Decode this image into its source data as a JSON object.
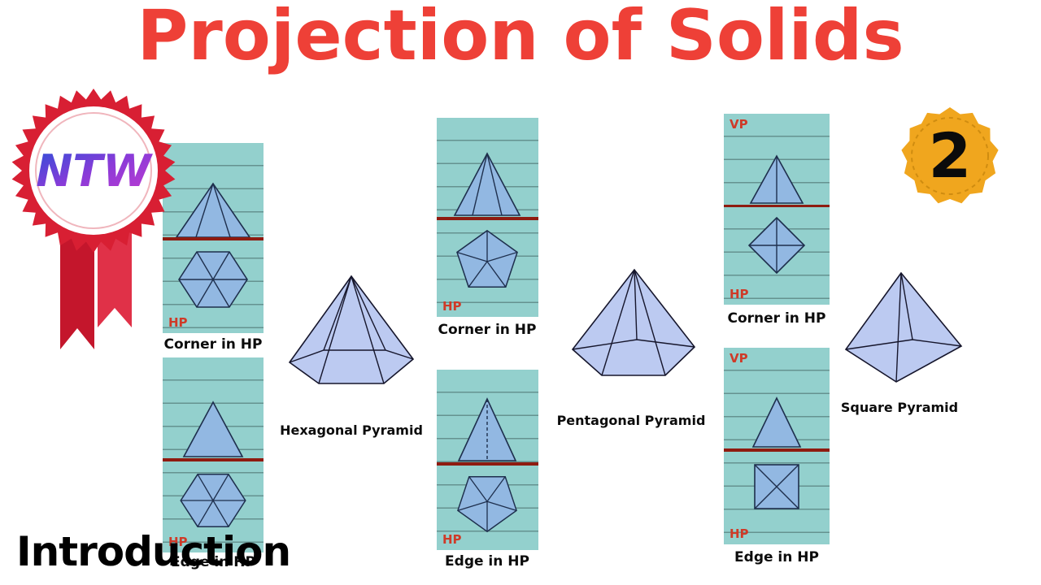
{
  "title": "Projection of Solids",
  "intro_label": "Introduction",
  "badge": {
    "number": "2"
  },
  "logo": {
    "text": "NTW"
  },
  "panels": [
    {
      "hp": "HP",
      "caption": "Corner in HP"
    },
    {
      "hp": "HP",
      "caption": "Edge in HP"
    },
    {
      "hp": "HP",
      "caption": "Corner in HP"
    },
    {
      "hp": "HP",
      "caption": "Edge in HP"
    },
    {
      "vp": "VP",
      "hp": "HP",
      "caption": "Corner in HP"
    },
    {
      "vp": "VP",
      "hp": "HP",
      "caption": "Edge in HP"
    }
  ],
  "solids": [
    {
      "label": "Hexagonal Pyramid"
    },
    {
      "label": "Pentagonal Pyramid"
    },
    {
      "label": "Square Pyramid"
    }
  ],
  "colors": {
    "title_red": "#ee4037",
    "panel_teal": "#93d0cd",
    "hp_line_red": "#8e1b10",
    "label_red": "#cf3a28",
    "badge_yellow": "#f0a61e",
    "rosette_red": "#d81f33",
    "front_view_blue": "#92b8e2",
    "solid_blue": "#bccaf1"
  }
}
